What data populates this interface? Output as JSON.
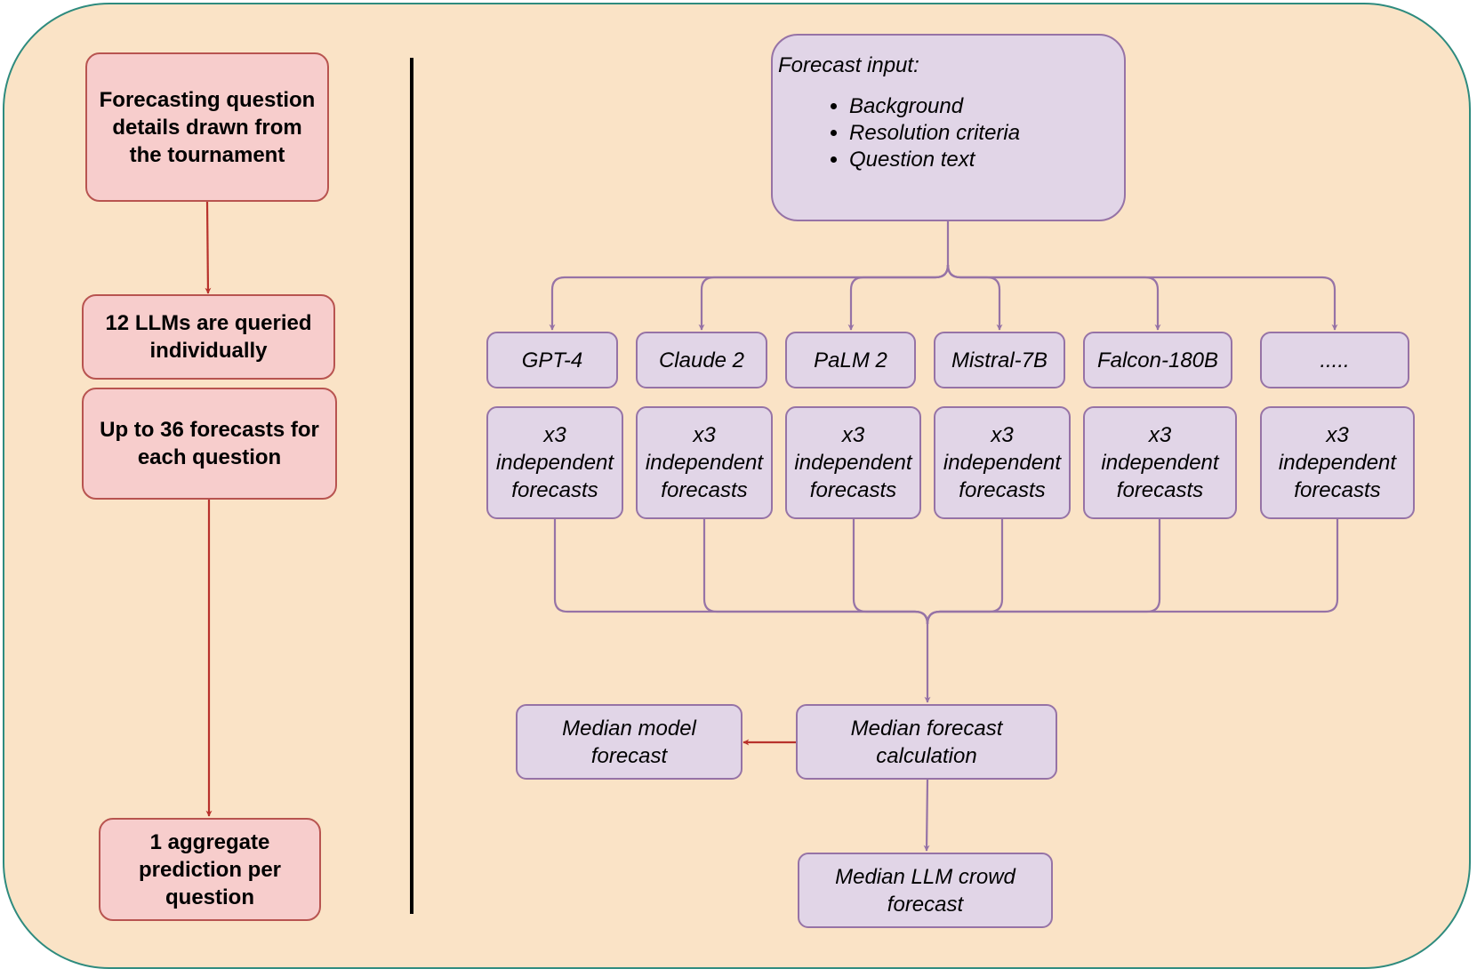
{
  "left_flow": {
    "question_details": "Forecasting question details drawn from the tournament",
    "llms_queried": "12 LLMs are queried individually",
    "forecasts_count": "Up to 36 forecasts for each question",
    "aggregate": "1 aggregate prediction per question"
  },
  "right_flow": {
    "input": {
      "title": "Forecast input:",
      "items": [
        "Background",
        "Resolution criteria",
        "Question text"
      ]
    },
    "models": [
      "GPT-4",
      "Claude 2",
      "PaLM 2",
      "Mistral-7B",
      "Falcon-180B",
      "....."
    ],
    "forecast_label": "x3\nindependent\nforecasts",
    "median_calc": "Median forecast\ncalculation",
    "median_model": "Median model\nforecast",
    "median_crowd": "Median LLM crowd\nforecast"
  },
  "colors": {
    "background": "#fae3c6",
    "frame_border": "#2e8b7e",
    "red_fill": "#f7cdcc",
    "red_stroke": "#b85450",
    "purple_fill": "#e1d5e7",
    "purple_stroke": "#9673a6",
    "red_arrow": "#b8322c",
    "divider": "#000000"
  }
}
